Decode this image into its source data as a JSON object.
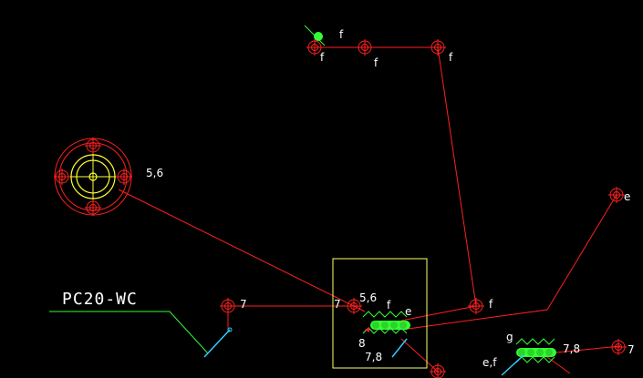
{
  "colors": {
    "background": "#000000",
    "wire": "#ff2020",
    "node": "#ff2020",
    "device_outer": "#ff2020",
    "device_inner": "#ffff33",
    "panel_box": "#ffff66",
    "bus": "#33ff33",
    "arrow": "#33ccff",
    "label": "#ffffff"
  },
  "device": {
    "icon": "target-icon",
    "label": "5,6"
  },
  "cable_tag": {
    "text": "PC20-WC"
  },
  "labels": {
    "top_f_right": "f",
    "top_f_under_1": "f",
    "top_f_under_2": "f",
    "top_f_under_3": "f",
    "right_e": "e",
    "left_7": "7",
    "box_7": "7",
    "box_56": "5,6",
    "box_f": "f",
    "box_e": "e",
    "box_8": "8",
    "box_78": "7,8",
    "right_f": "f",
    "bottom_g": "g",
    "bottom_ef": "e,f",
    "bottom_78": "7,8",
    "bottom_7": "7"
  }
}
